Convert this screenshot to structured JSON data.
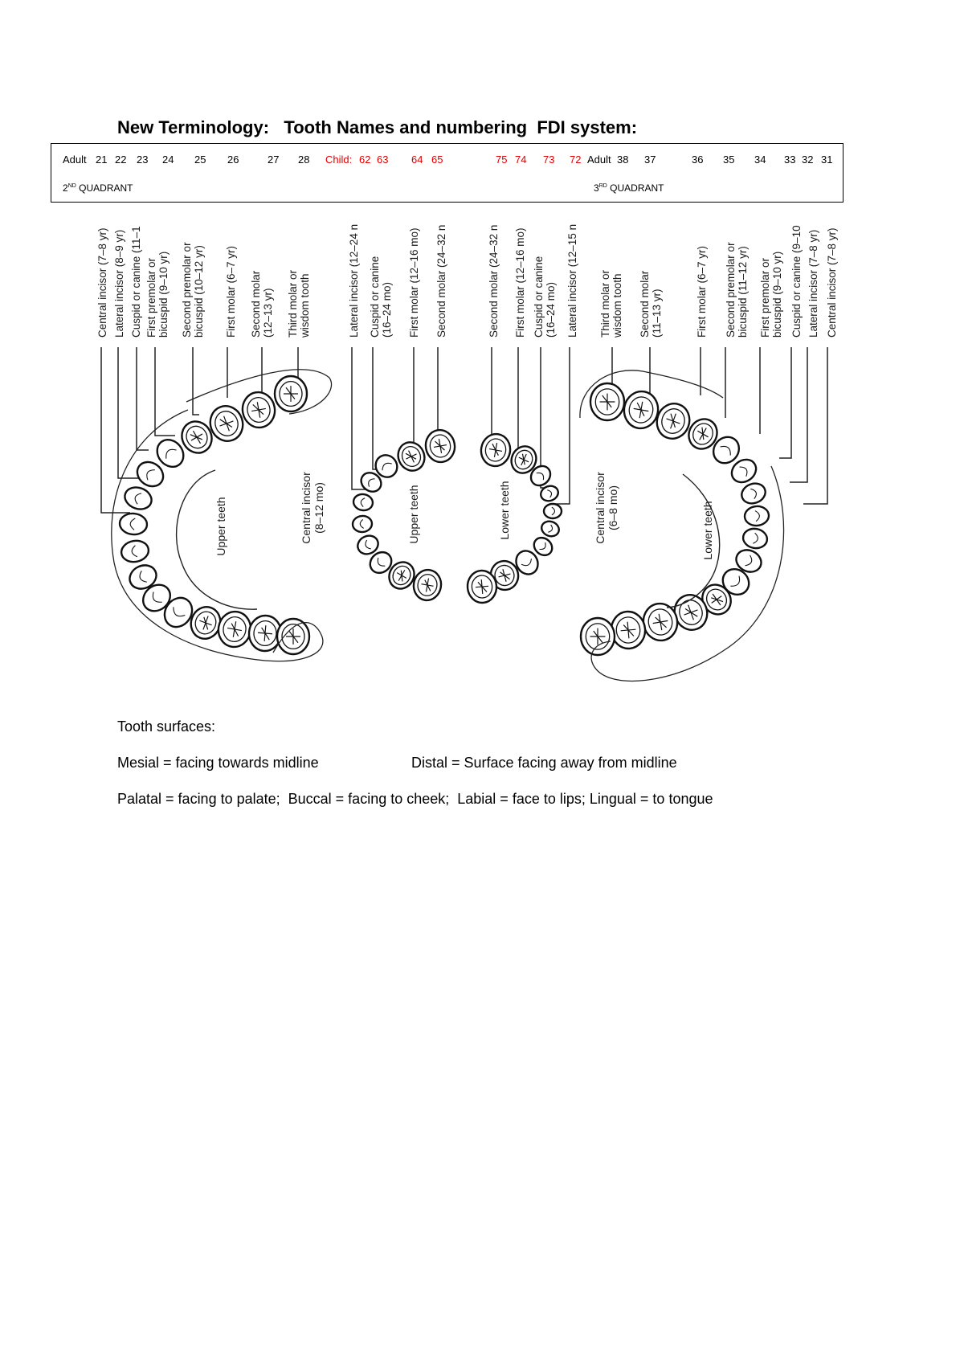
{
  "title": "New Terminology:   Tooth Names and numbering  FDI system:",
  "numbering": {
    "adult_left_label": "Adult",
    "adult_left": [
      "21",
      "22",
      "23",
      "24",
      "25",
      "26",
      "27",
      "28"
    ],
    "child_label": "Child:",
    "child_left": [
      "62",
      "63",
      "64",
      "65"
    ],
    "child_right": [
      "75",
      "74",
      "73",
      "72"
    ],
    "adult_right_label": "Adult",
    "adult_right": [
      "38",
      "37",
      "36",
      "35",
      "34",
      "33",
      "32",
      "31"
    ],
    "quadrant_2": {
      "num": "2",
      "sup": "ND",
      "text": " QUADRANT"
    },
    "quadrant_3": {
      "num": "3",
      "sup": "RD",
      "text": " QUADRANT"
    },
    "red_color": "#e00000"
  },
  "diagram": {
    "adult_upper_labels": [
      [
        "Central incisor (7–8 yr)"
      ],
      [
        "Lateral incisor (8–9 yr)"
      ],
      [
        "Cuspid or canine (11–1"
      ],
      [
        "First premolar or",
        "bicuspid (9–10 yr)"
      ],
      [
        "Second premolar or",
        "bicuspid (10–12 yr)"
      ],
      [
        "First molar (6–7 yr)"
      ],
      [
        "Second molar",
        "(12–13 yr)"
      ],
      [
        "Third molar or",
        "wisdom tooth"
      ]
    ],
    "child_upper_labels": [
      [
        "Lateral incisor (12–24 n"
      ],
      [
        "Cuspid or canine",
        "(16–24 mo)"
      ],
      [
        "First molar (12–16 mo)"
      ],
      [
        "Second molar (24–32 n"
      ]
    ],
    "child_lower_labels": [
      [
        "Second molar (24–32 n"
      ],
      [
        "First molar (12–16 mo)"
      ],
      [
        "Cuspid or canine",
        "(16–24 mo)"
      ],
      [
        "Lateral incisor (12–15 n"
      ]
    ],
    "adult_lower_labels": [
      [
        "Third molar or",
        "wisdom tooth"
      ],
      [
        "Second molar",
        "(11–13 yr)"
      ],
      [
        "First molar (6–7 yr)"
      ],
      [
        "Second premolar or",
        "bicuspid (11–12 yr)"
      ],
      [
        "First premolar or",
        "bicuspid (9–10 yr)"
      ],
      [
        "Cuspid or canine (9–10"
      ],
      [
        "Lateral incisor (7–8 yr)"
      ],
      [
        "Central incisor (7–8 yr)"
      ]
    ],
    "upper_teeth_label": "Upper teeth",
    "child_upper_teeth_label": "Upper teeth",
    "child_lower_teeth_label": "Lower teeth",
    "lower_teeth_label": "Lower teeth",
    "child_upper_central": [
      "Central incisor",
      "(8–12 mo)"
    ],
    "child_lower_central": [
      "Central incisor",
      "(6–8 mo)"
    ]
  },
  "surfaces": {
    "heading": "Tooth surfaces:",
    "mesial": "Mesial = facing towards midline",
    "distal": "Distal = Surface facing away from midline",
    "line3": "Palatal = facing to palate;  Buccal = facing to cheek;  Labial = face to lips; Lingual = to tongue"
  }
}
